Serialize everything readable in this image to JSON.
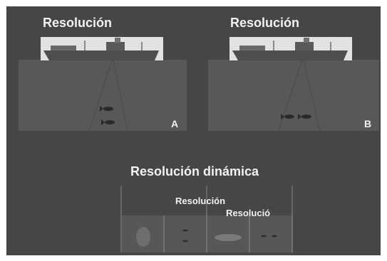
{
  "panels": [
    {
      "title": "Resolución",
      "label": "A"
    },
    {
      "title": "Resolución",
      "label": "B"
    }
  ],
  "dynamic": {
    "title": "Resolución dinámica",
    "label_1": "Resolución",
    "label_2": "Resolució"
  },
  "colors": {
    "background": "#464646",
    "water": "#585858",
    "ship_sky": "#e6e6e6",
    "ship_hull": "#505050",
    "text": "#f2f2f2"
  }
}
